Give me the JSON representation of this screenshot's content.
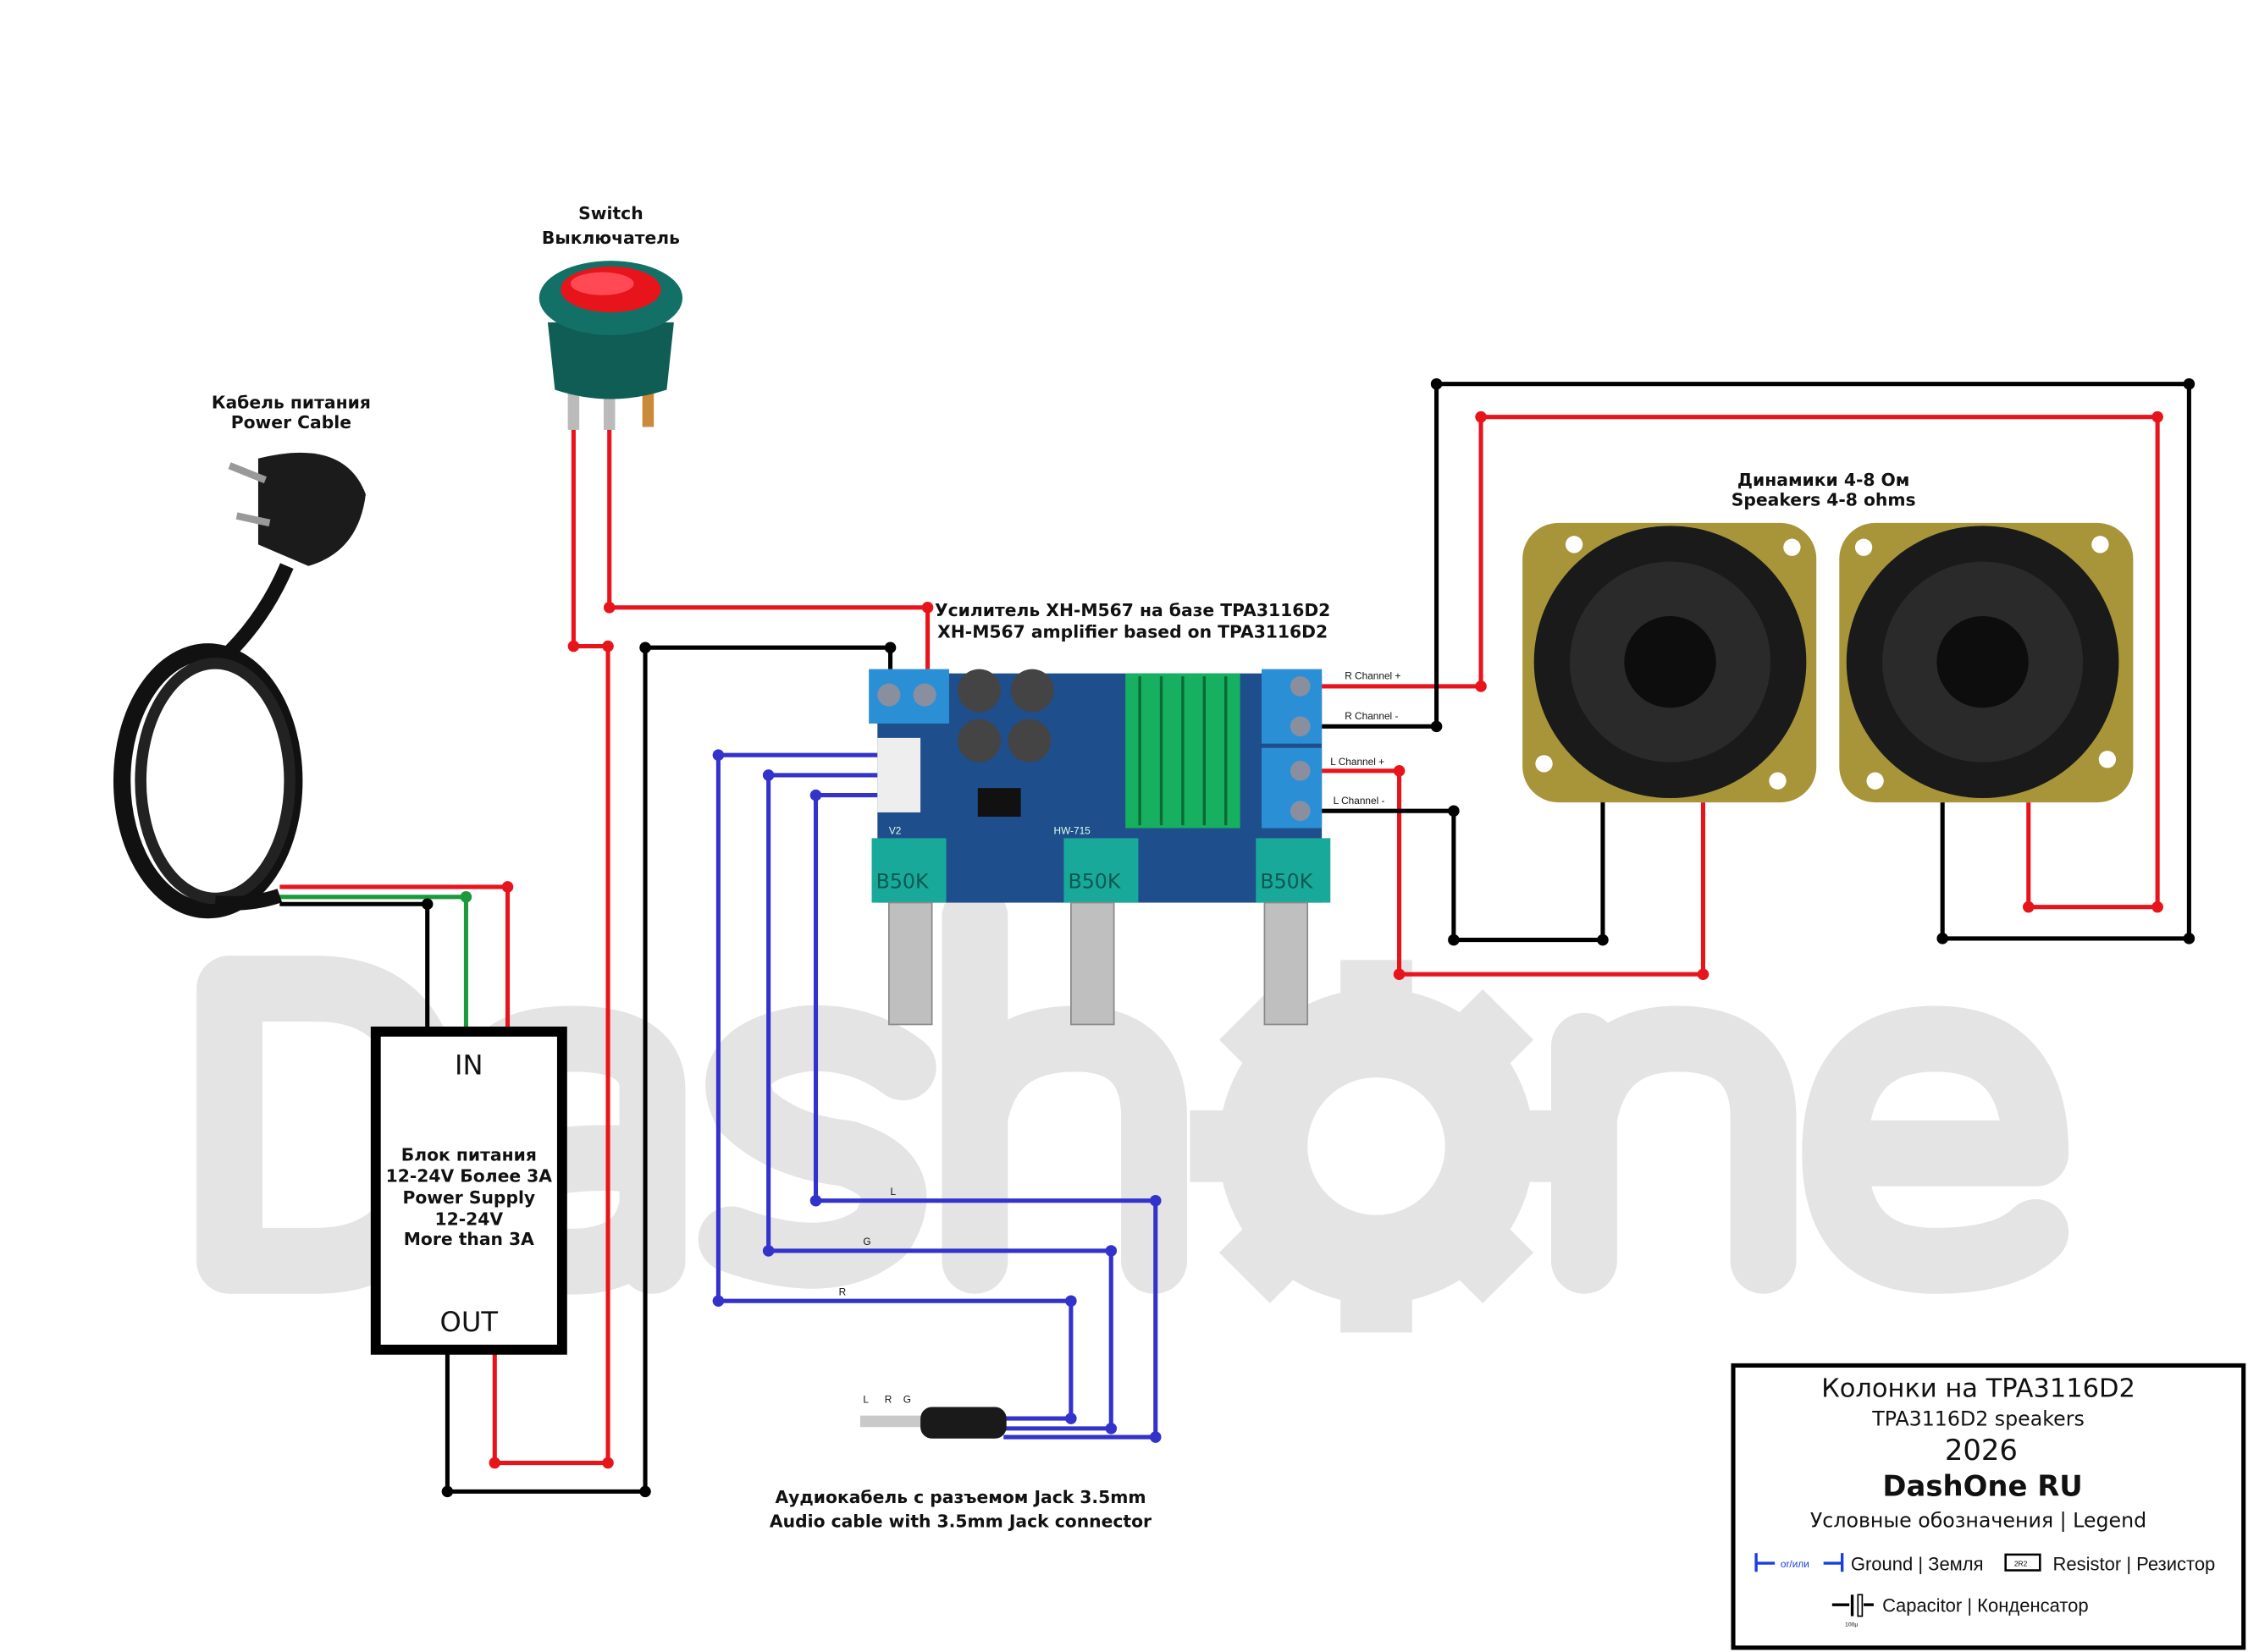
{
  "colors": {
    "positive": "#e8141c",
    "negative": "#000000",
    "signal": "#3333cc",
    "earth": "#1a9a3a",
    "board": "#1f5fa8",
    "terminal": "#2b8fd6",
    "watermark": "#e2e2e2"
  },
  "switch": {
    "label_en": "Switch",
    "label_ru": "Выключатель"
  },
  "power_cable": {
    "label_ru": "Кабель питания",
    "label_en": "Power Cable"
  },
  "psu": {
    "in": "IN",
    "out": "OUT",
    "lines": [
      "Блок питания",
      "12-24V Более 3А",
      "Power Supply",
      "12-24V",
      "More than 3A"
    ]
  },
  "amplifier": {
    "label_ru": "Усилитель XH-M567 на базе TPA3116D2",
    "label_en": "XH-M567 amplifier based on TPA3116D2",
    "board_text": "HW-715",
    "pot_label": "B50K",
    "version": "V2",
    "outputs": [
      "R Channel +",
      "R Channel -",
      "L Channel +",
      "L Channel -"
    ]
  },
  "speakers": {
    "label_ru": "Динамики 4-8 Ом",
    "label_en": "Speakers 4-8 ohms"
  },
  "audio_cable": {
    "label_ru": "Аудиокабель с разъемом Jack 3.5mm",
    "label_en": "Audio cable with 3.5mm Jack connector",
    "pins": [
      "L",
      "R",
      "G"
    ],
    "wire_labels": {
      "l": "L",
      "g": "G",
      "r": "R"
    }
  },
  "watermark": "DashOne",
  "legend": {
    "title_ru": "Колонки на TPA3116D2",
    "title_en": "TPA3116D2 speakers",
    "year": "2026",
    "brand": "DashOne RU",
    "heading": "Условные обозначения | Legend",
    "or": "or/или",
    "ground": "Ground | Земля",
    "resistor_value": "2R2",
    "resistor": "Resistor | Резистор",
    "cap_value": "100µ",
    "capacitor": "Capacitor | Конденсатор"
  }
}
